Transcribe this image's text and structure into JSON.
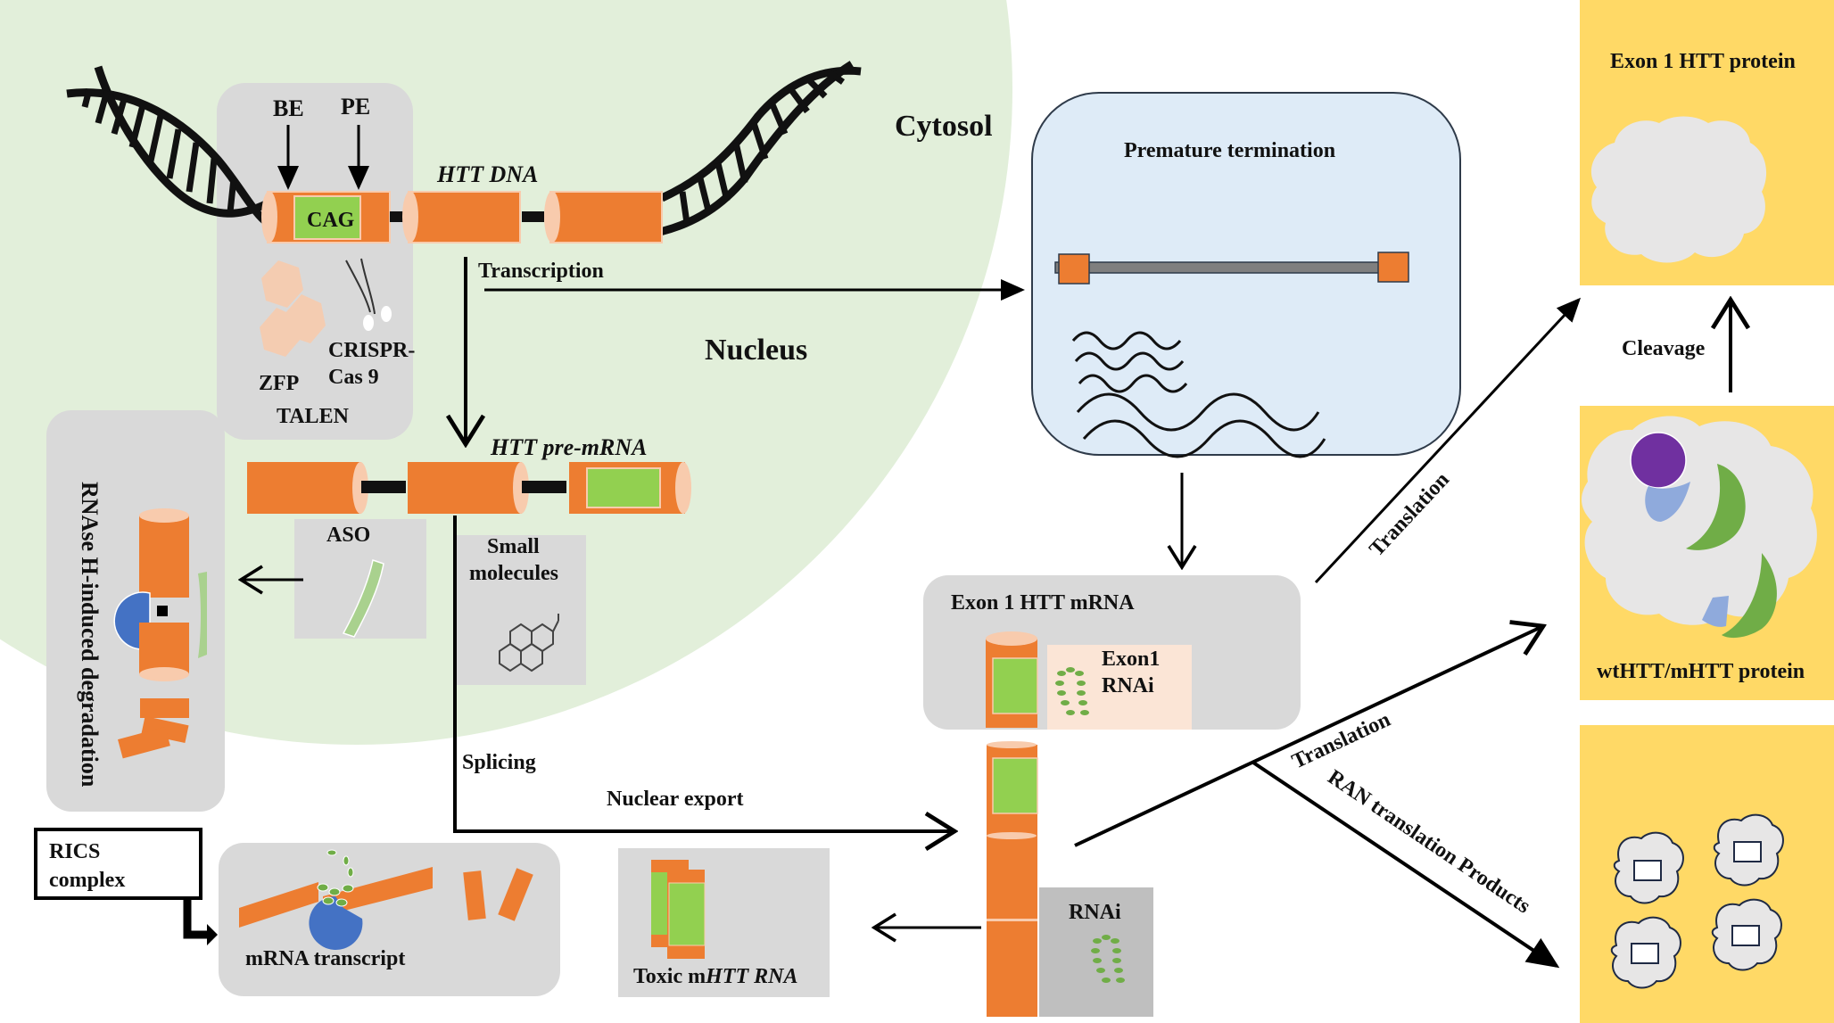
{
  "title": "HTT-lowering therapeutic strategies",
  "colors": {
    "nucleus": "#E2EFDA",
    "exon": "#ED7D31",
    "exon_cap": "#F8CBAD",
    "cag": "#92D050",
    "panel_gray": "#D9D9D9",
    "premature_box": "#DEEBF7",
    "protein_panel": "#FFD966",
    "protein_cloud": "#E7E6E6",
    "rnase": "#4472C4",
    "purple": "#7030A0",
    "crescent": "#70AD47",
    "light_blue": "#8FAADC",
    "rnai_box": "#FBE5D6"
  },
  "compartments": {
    "nucleus": "Nucleus",
    "cytosol": "Cytosol"
  },
  "gene_editing": {
    "be": "BE",
    "pe": "PE",
    "cag": "CAG",
    "zfp": "ZFP",
    "crispr_line1": "CRISPR-",
    "crispr_line2": "Cas 9",
    "talen": "TALEN"
  },
  "dna": {
    "label": "HTT DNA"
  },
  "pre_mrna": {
    "label": "HTT pre-mRNA"
  },
  "processes": {
    "transcription": "Transcription",
    "splicing": "Splicing",
    "nuclear_export": "Nuclear export",
    "translation_upper": "Translation",
    "translation_lower": "Translation",
    "ran_translation": "RAN translation Products",
    "cleavage": "Cleavage"
  },
  "aso": {
    "label": "ASO"
  },
  "small_molecules": {
    "line1": "Small",
    "line2": "molecules"
  },
  "rnase": {
    "label": "RNAse H-induced degradation"
  },
  "rics": {
    "line1": "RICS",
    "line2": "complex"
  },
  "mrna_transcript": {
    "label": "mRNA transcript"
  },
  "toxic_rna": {
    "prefix": "Toxic m",
    "italic": "HTT RNA"
  },
  "premature": {
    "label": "Premature termination"
  },
  "exon1_mrna": {
    "label": "Exon 1 HTT mRNA",
    "rnai_line1": "Exon1",
    "rnai_line2": "RNAi"
  },
  "rnai": {
    "label": "RNAi"
  },
  "proteins": {
    "exon1": "Exon 1 HTT protein",
    "wt_mhtt": "wtHTT/mHTT protein"
  }
}
